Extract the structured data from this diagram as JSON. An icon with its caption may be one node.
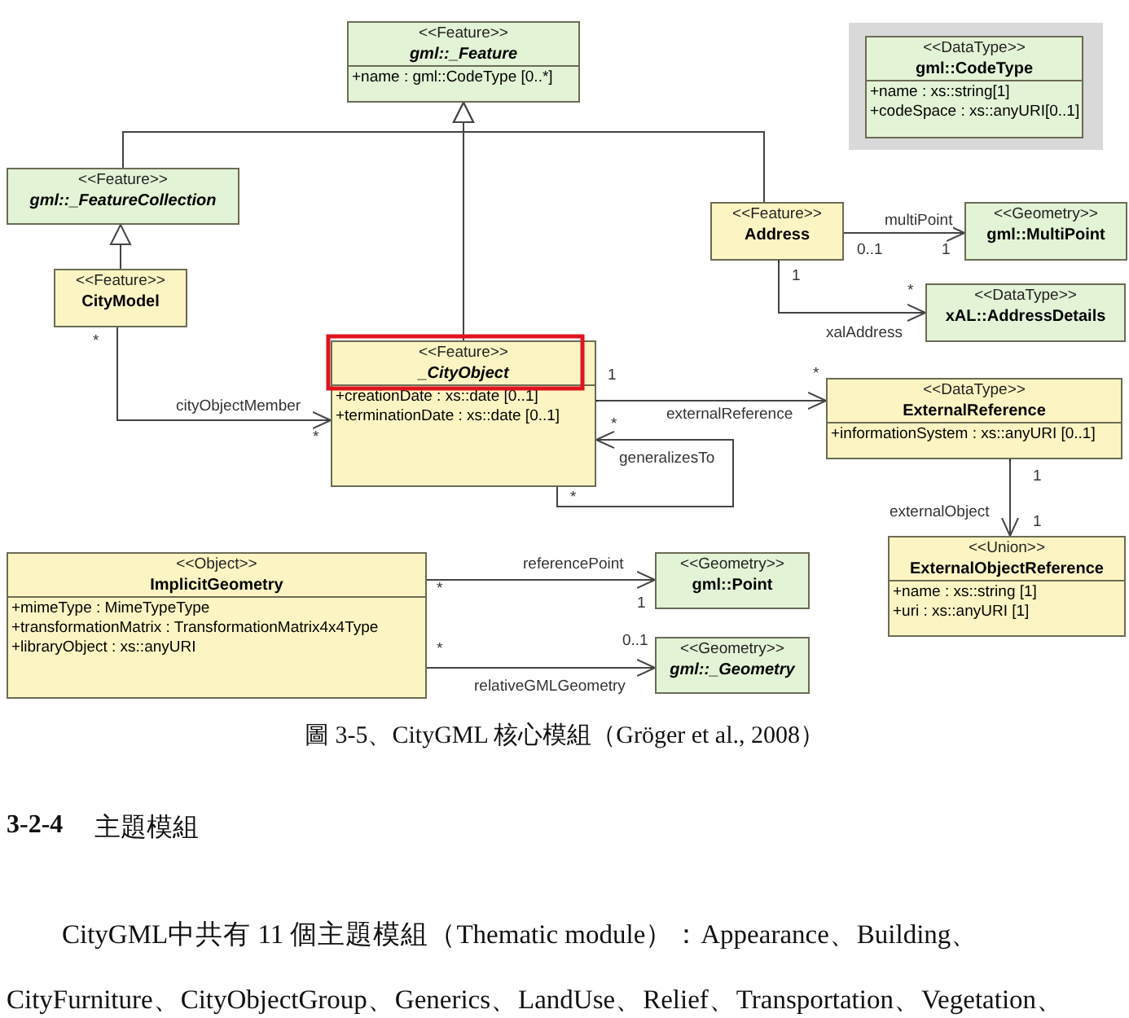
{
  "diagram": {
    "caption": "圖 3-5、CityGML 核心模組（Gröger et al., 2008）",
    "nodes": [
      {
        "text": [
          "<<Feature>>",
          "gml::_Feature",
          "+name : gml::CodeType [0..*]"
        ]
      },
      {
        "text": [
          "<<DataType>>",
          "gml::CodeType",
          "+name : xs::string[1]",
          "+codeSpace : xs::anyURI[0..1]"
        ]
      },
      {
        "text": [
          "<<Feature>>",
          "gml::_FeatureCollection"
        ]
      },
      {
        "text": [
          "<<Feature>>",
          "CityModel"
        ]
      },
      {
        "text": [
          "<<Feature>>",
          "Address"
        ]
      },
      {
        "text": [
          "<<Geometry>>",
          "gml::MultiPoint"
        ]
      },
      {
        "text": [
          "<<DataType>>",
          "xAL::AddressDetails"
        ]
      },
      {
        "text": [
          "<<Feature>>",
          "_CityObject",
          "+creationDate : xs::date [0..1]",
          "+terminationDate : xs::date [0..1]"
        ]
      },
      {
        "text": [
          "<<DataType>>",
          "ExternalReference",
          "+informationSystem : xs::anyURI [0..1]"
        ]
      },
      {
        "text": [
          "<<Union>>",
          "ExternalObjectReference",
          "+name : xs::string [1]",
          "+uri : xs::anyURI [1]"
        ]
      },
      {
        "text": [
          "<<Object>>",
          "ImplicitGeometry",
          "+mimeType : MimeTypeType",
          "+transformationMatrix : TransformationMatrix4x4Type",
          "+libraryObject : xs::anyURI"
        ]
      },
      {
        "text": [
          "<<Geometry>>",
          "gml::Point"
        ]
      },
      {
        "text": [
          "<<Geometry>>",
          "gml::_Geometry"
        ]
      }
    ],
    "edges": [
      {
        "from": 7,
        "to": 0,
        "arrow": "to"
      },
      {
        "from": 2,
        "to": 0,
        "arrow": "to"
      },
      {
        "from": 4,
        "to": 0,
        "arrow": "to"
      },
      {
        "from": 3,
        "to": 2,
        "arrow": "to"
      },
      {
        "from": 3,
        "to": 7,
        "arrow": "to",
        "label": "cityObjectMember"
      },
      {
        "from": 4,
        "to": 5,
        "arrow": "to",
        "label": "multiPoint"
      },
      {
        "from": 4,
        "to": 6,
        "arrow": "to",
        "label": "xalAddress"
      },
      {
        "from": 7,
        "to": 8,
        "arrow": "to",
        "label": "externalReference"
      },
      {
        "from": 7,
        "to": 7,
        "arrow": "to",
        "label": "generalizesTo"
      },
      {
        "from": 8,
        "to": 9,
        "arrow": "to",
        "label": "externalObject"
      },
      {
        "from": 10,
        "to": 11,
        "arrow": "to",
        "label": "referencePoint"
      },
      {
        "from": 10,
        "to": 12,
        "arrow": "to",
        "label": "relativeGMLGeometry"
      }
    ],
    "labels": [
      "*",
      "*",
      "0..1",
      "1",
      "1",
      "*",
      "1",
      "*",
      "*",
      "*",
      "1",
      "1",
      "*",
      "1",
      "*",
      "0..1",
      "3-2-4",
      "主題模組",
      "CityGML中共有 11 個主題模組（Thematic module）：Appearance、Building、CityFurniture、CityObjectGroup、Generics、LandUse、Relief、Transportation、Vegetation、"
    ]
  }
}
